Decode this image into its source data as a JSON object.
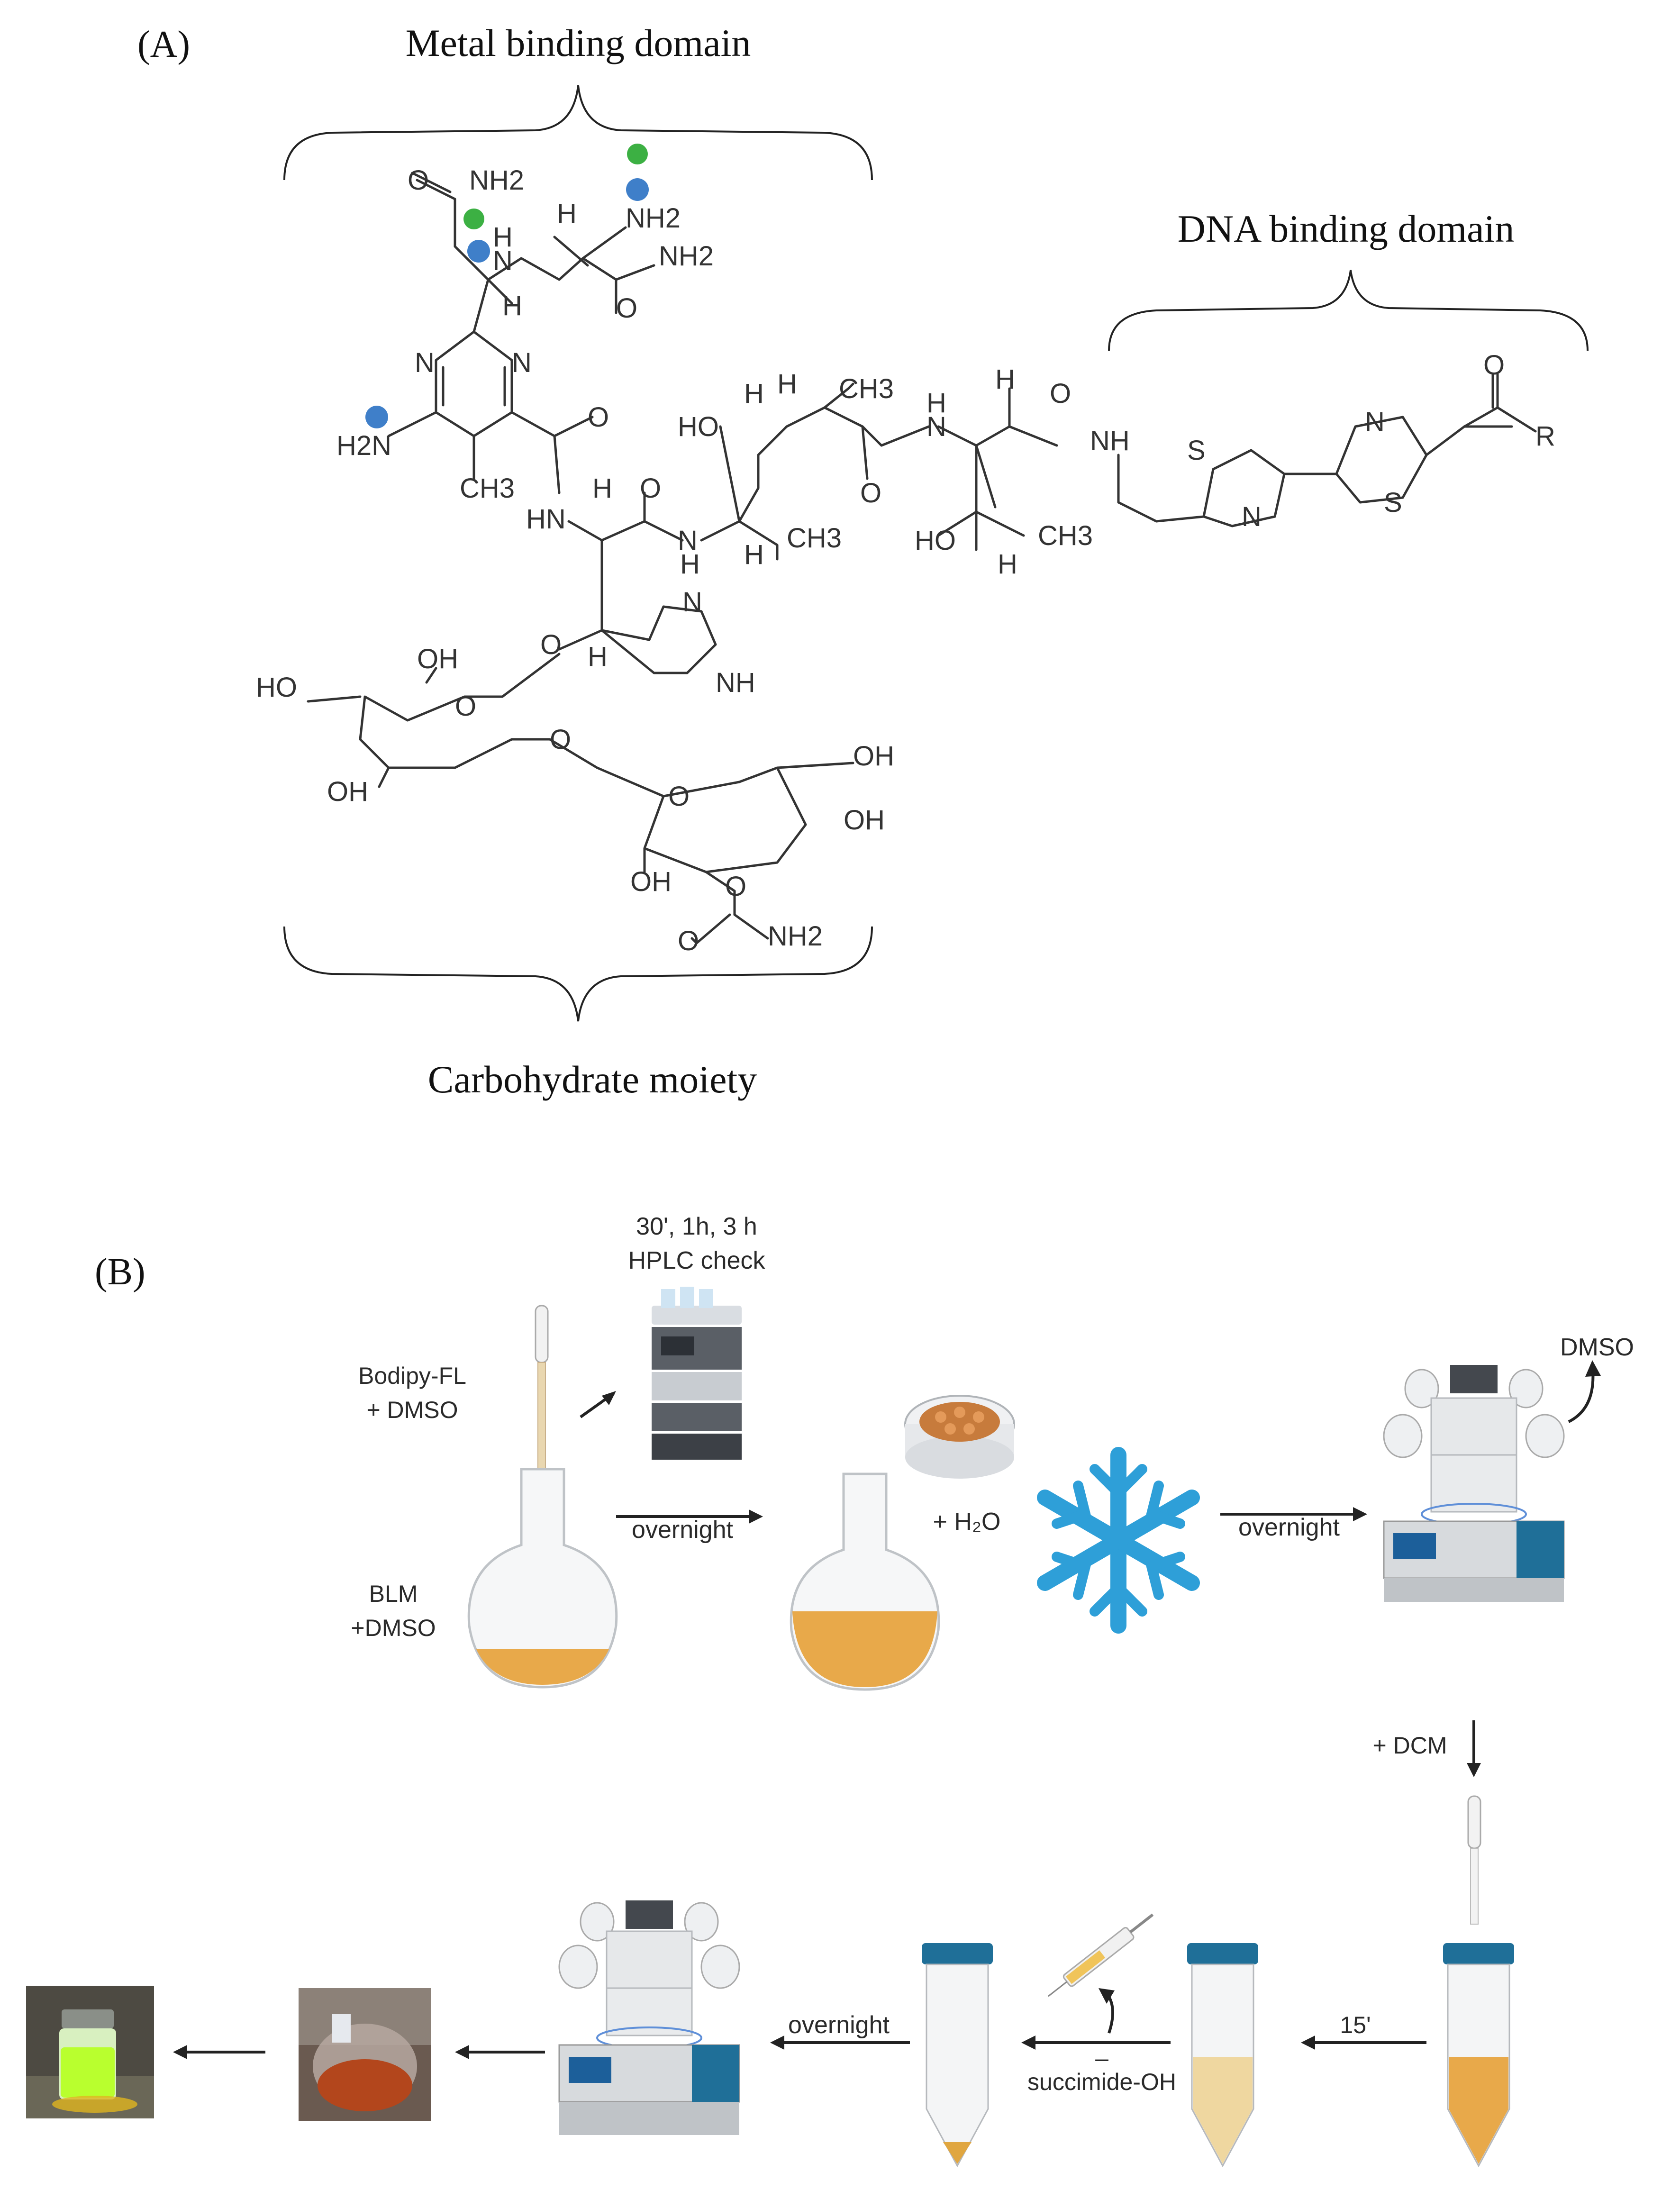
{
  "panel_a": {
    "label": "(A)",
    "metal_domain": "Metal binding domain",
    "dna_domain": "DNA binding domain",
    "carb_domain": "Carbohydrate moiety",
    "atoms": {
      "o": "O",
      "nh2": "NH2",
      "n": "N",
      "h": "H",
      "nh": "NH",
      "hn": "HN",
      "ho": "HO",
      "oh": "OH",
      "s": "S",
      "r": "R",
      "ch3": "CH3",
      "h2n": "H2N"
    }
  },
  "panel_b": {
    "label": "(B)",
    "hplc_text": "30', 1h, 3 h\nHPLC check",
    "bodipy": "Bodipy-FL\n+ DMSO",
    "blm": "BLM\n+DMSO",
    "overnight": "overnight",
    "h2o": "+ H₂O",
    "dmso": "DMSO",
    "dcm": "+ DCM",
    "t15": "15'",
    "succ": "succimide-OH",
    "minus": "–"
  },
  "colors": {
    "orange_liquid": "#e8a94a",
    "snowflake": "#2e9fd8",
    "cap_blue": "#1f6f98",
    "green_dot": "#3cb043",
    "blue_dot": "#3f7fc9",
    "fluorescent": "#b9ff2e"
  },
  "icons": [
    "flask-icon",
    "pipette-icon",
    "hplc-instrument-icon",
    "resin-dish-icon",
    "snowflake-icon",
    "freeze-dryer-icon",
    "falcon-tube-icon",
    "syringe-icon",
    "vial-photo-icon",
    "flask-photo-icon"
  ]
}
